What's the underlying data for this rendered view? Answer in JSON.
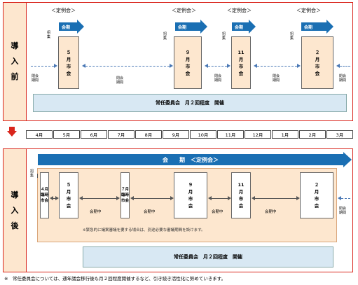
{
  "before": {
    "label_chars": [
      "導",
      "入",
      "前"
    ],
    "teirei_label": "＜定例会＞",
    "kaiki_label": "会期",
    "shoshu": [
      "招",
      "集"
    ],
    "heikai": [
      "閉会",
      "期間"
    ],
    "sessions": [
      {
        "chars": [
          "５",
          "月",
          "市",
          "会"
        ]
      },
      {
        "chars": [
          "９",
          "月",
          "市",
          "会"
        ]
      },
      {
        "chars": [
          "11",
          "月",
          "市",
          "会"
        ]
      },
      {
        "chars": [
          "２",
          "月",
          "市",
          "会"
        ]
      }
    ],
    "committee": "常任委員会　月２回程度　開催"
  },
  "months": [
    "4月",
    "5月",
    "6月",
    "7月",
    "8月",
    "9月",
    "10月",
    "11月",
    "12月",
    "1月",
    "2月",
    "3月"
  ],
  "after": {
    "label_chars": [
      "導",
      "入",
      "後"
    ],
    "kaiki_banner": "会　　期　＜定例会＞",
    "shoshu": [
      "招",
      "集"
    ],
    "heikai": [
      "閉会",
      "期間"
    ],
    "sessions": [
      {
        "chars": [
          "４月",
          "臨時",
          "市会"
        ]
      },
      {
        "chars": [
          "５",
          "月",
          "市",
          "会"
        ]
      },
      {
        "chars": [
          "７月",
          "臨時",
          "市会"
        ]
      },
      {
        "chars": [
          "９",
          "月",
          "市",
          "会"
        ]
      },
      {
        "chars": [
          "11",
          "月",
          "市",
          "会"
        ]
      },
      {
        "chars": [
          "２",
          "月",
          "市",
          "会"
        ]
      }
    ],
    "kaikichu": "会期中",
    "note": "※緊急的に議案審議を要する場合は、別途必要な審議期間を設けます。",
    "committee": "常任委員会　月２回程度　開催"
  },
  "footnote": "※　常任委員会については、通年議会移行後も月２回程度開催するなど、引き続き活性化に努めていきます。"
}
